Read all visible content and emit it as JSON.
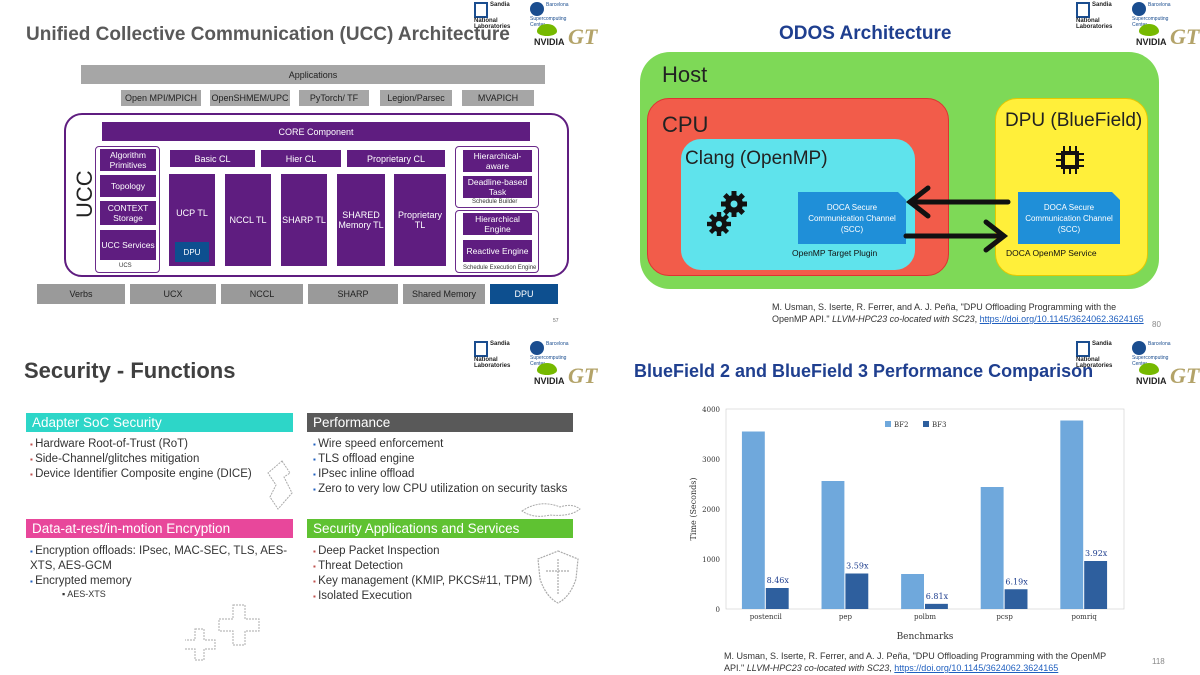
{
  "logos": {
    "sandia": "Sandia National Laboratories",
    "bsc": "Barcelona Supercomputing Center",
    "nvidia": "NVIDIA",
    "gt": "GT"
  },
  "q1": {
    "title": "Unified Collective Communication (UCC) Architecture",
    "applications": "Applications",
    "apps": [
      "Open MPI/MPICH",
      "OpenSHMEM/UPC",
      "PyTorch/ TF",
      "Legion/Parsec",
      "MVAPICH"
    ],
    "ucc_label": "UCC",
    "core": "CORE Component",
    "left": [
      "Algorithm Primitives",
      "Topology",
      "CONTEXT Storage",
      "UCC Services"
    ],
    "left_caption": "UCS",
    "cl": [
      "Basic CL",
      "Hier CL",
      "Proprietary CL"
    ],
    "tl": [
      "UCP TL",
      "NCCL TL",
      "SHARP TL",
      "SHARED Memory TL",
      "Proprietary TL"
    ],
    "dpu_inner": "DPU",
    "right_top": [
      "Hierarchical-aware",
      "Deadline-based Task"
    ],
    "right_top_caption": "Schedule Builder",
    "right_bot": [
      "Hierarchical Engine",
      "Reactive Engine"
    ],
    "right_bot_caption": "Schedule Execution Engine",
    "bottom": [
      "Verbs",
      "UCX",
      "NCCL",
      "SHARP",
      "Shared Memory",
      "DPU"
    ],
    "page": "57"
  },
  "q2": {
    "title": "ODOS Architecture",
    "host": "Host",
    "cpu": "CPU",
    "clang": "Clang (OpenMP)",
    "dpu": "DPU (BlueField)",
    "scc_left": "DOCA Secure Communication Channel (SCC)",
    "scc_right": "DOCA Secure Communication Channel (SCC)",
    "plugin": "OpenMP Target Plugin",
    "service": "DOCA OpenMP Service",
    "ref1": "M. Usman, S. Iserte, R. Ferrer, and A. J. Peña, \"DPU Offloading Programming with the",
    "ref2a": "OpenMP API.\" ",
    "ref2b": "LLVM-HPC23 co-located with SC23",
    "ref2c": ", ",
    "ref_link": "https://doi.org/10.1145/3624062.3624165",
    "page": "80"
  },
  "q3": {
    "title": "Security - Functions",
    "h1": "Adapter SoC Security",
    "l1": [
      "Hardware Root-of-Trust (RoT)",
      "Side-Channel/glitches mitigation",
      "Device Identifier Composite engine (DICE)"
    ],
    "h2": "Performance",
    "l2": [
      "Wire speed enforcement",
      "TLS offload engine",
      "IPsec inline offload",
      "Zero to very low CPU utilization on security tasks"
    ],
    "h3": "Data-at-rest/in-motion Encryption",
    "l3": [
      "Encryption offloads: IPsec, MAC-SEC, TLS, AES-XTS, AES-GCM",
      "Encrypted memory"
    ],
    "l3_sub": "AES-XTS",
    "h4": "Security Applications and Services",
    "l4": [
      "Deep Packet Inspection",
      "Threat Detection",
      "Key management (KMIP, PKCS#11, TPM)",
      "Isolated Execution"
    ],
    "colors": {
      "h1": "#2dd6c8",
      "h2": "#595959",
      "h3": "#e8479b",
      "h4": "#5fc232"
    }
  },
  "q4": {
    "title": "BlueField 2 and BlueField 3 Performance Comparison",
    "ref1": "M. Usman, S. Iserte, R. Ferrer, and A. J. Peña, \"DPU Offloading Programming with the OpenMP",
    "ref2a": "API.\" ",
    "ref2b": "LLVM-HPC23 co-located with SC23",
    "ref2c": ", ",
    "ref_link": "https://doi.org/10.1145/3624062.3624165",
    "page": "118"
  },
  "chart_data": {
    "type": "bar",
    "categories": [
      "postencil",
      "pep",
      "polbm",
      "pcsp",
      "pomriq"
    ],
    "series": [
      {
        "name": "BF2",
        "values": [
          3550,
          2560,
          700,
          2440,
          3770
        ],
        "color": "#6fa8dc"
      },
      {
        "name": "BF3",
        "values": [
          420,
          710,
          103,
          395,
          960
        ],
        "color": "#2e5f9e"
      }
    ],
    "labels": [
      "8.46x",
      "3.59x",
      "6.81x",
      "6.19x",
      "3.92x"
    ],
    "xlabel": "Benchmarks",
    "ylabel": "Time (Seconds)",
    "ylim": [
      0,
      4000
    ],
    "yticks": [
      0,
      1000,
      2000,
      3000,
      4000
    ],
    "legend": "top-center",
    "grid": false
  }
}
